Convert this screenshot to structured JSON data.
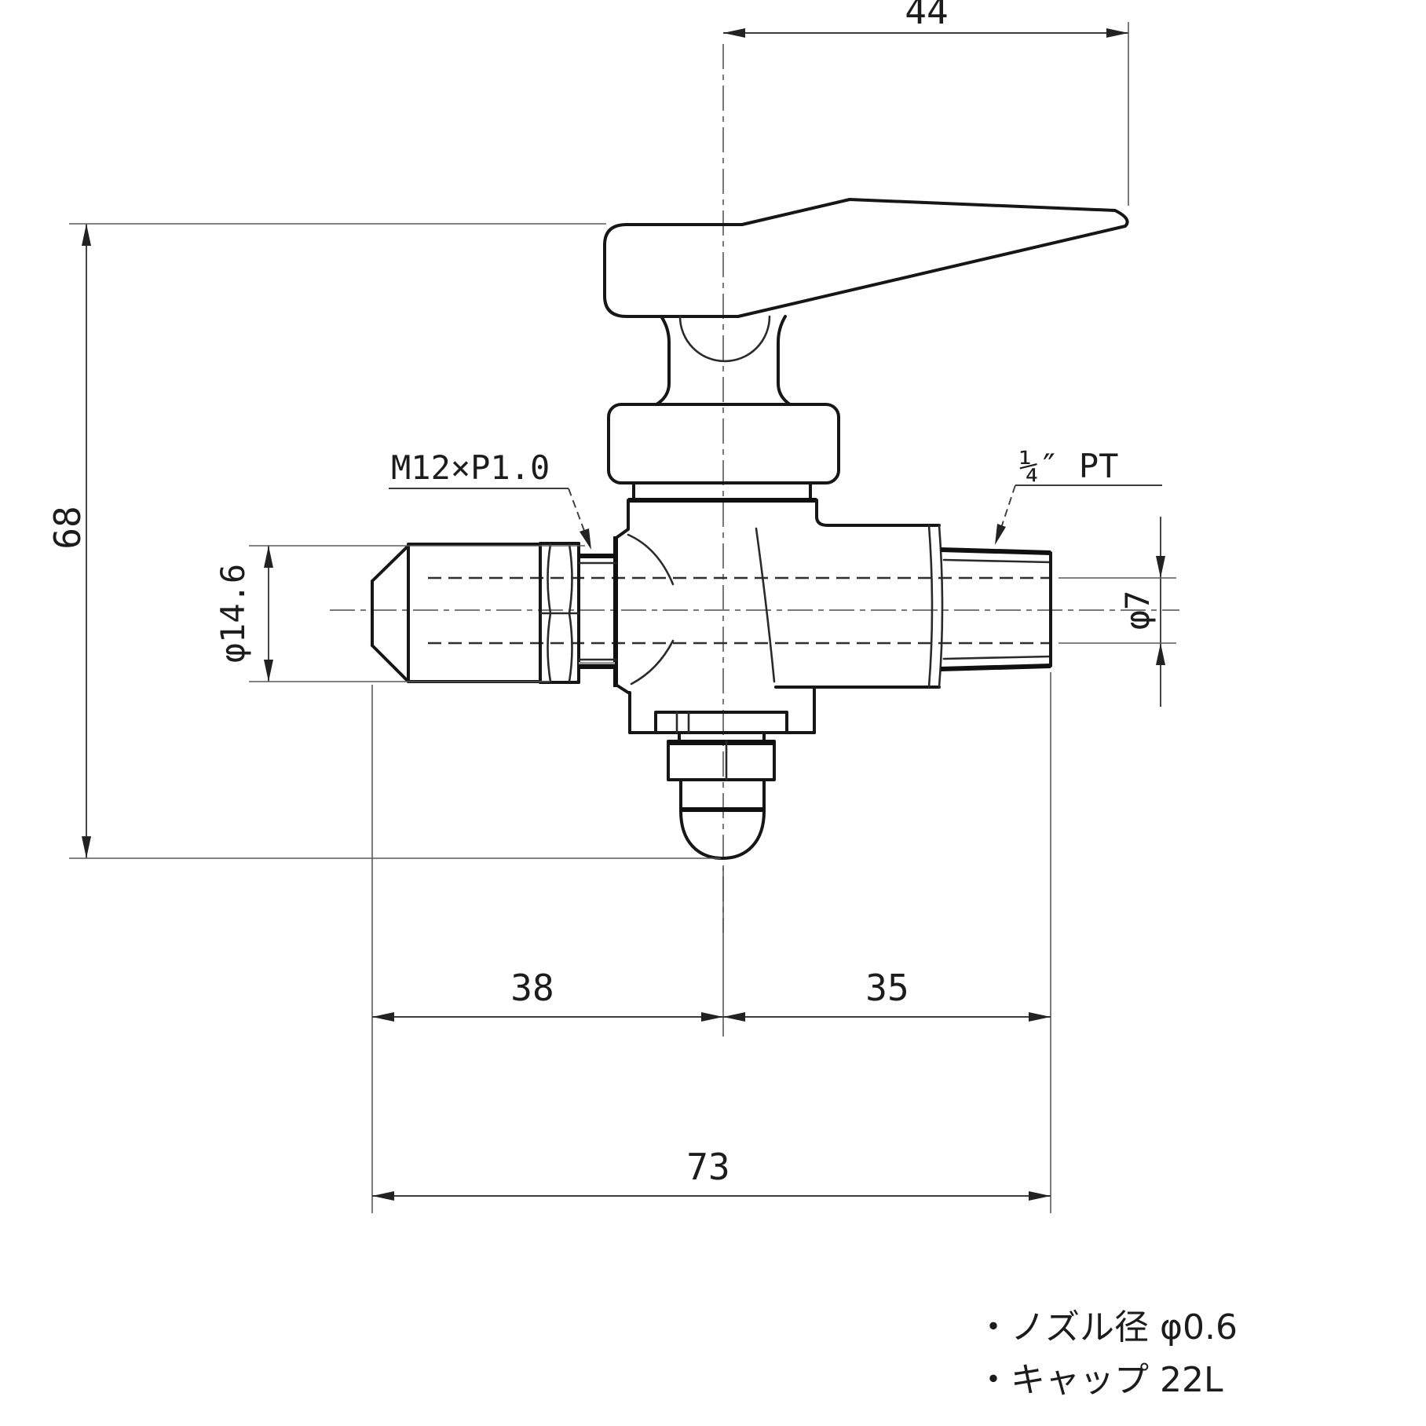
{
  "drawing": {
    "type": "technical-drawing",
    "subject": "three-way gauge cock / nozzle valve, front view with dimensions (mm)",
    "dims": {
      "handle_length": "44",
      "overall_height": "68",
      "left_port_od": "φ14.6",
      "bore_diameter": "φ7",
      "left_length": "38",
      "right_length": "35",
      "total_length": "73"
    },
    "labels": {
      "left_thread": "M12×P1.0",
      "right_thread": "¼″ PT"
    },
    "notes": [
      {
        "text": "・ノズル径  φ0.6"
      },
      {
        "text": "・キャップ  22L"
      }
    ],
    "colors": {
      "line": "#161616",
      "dimension": "#3d3d3d",
      "centerline": "#787878",
      "background": "#ffffff"
    }
  }
}
